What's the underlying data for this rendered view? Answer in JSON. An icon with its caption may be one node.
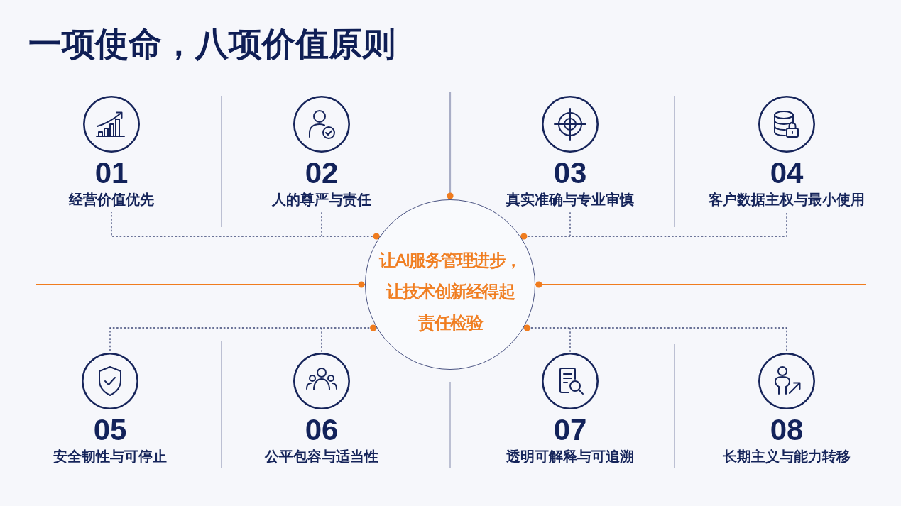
{
  "diagram": {
    "title": "一项使命，八项价值原则",
    "nodes": [
      {
        "text": [
          "01",
          "经营价值优先"
        ]
      },
      {
        "text": [
          "02",
          "人的尊严与责任"
        ]
      },
      {
        "text": [
          "03",
          "真实准确与专业审慎"
        ]
      },
      {
        "text": [
          "04",
          "客户数据主权与最小使用"
        ]
      },
      {
        "text": [
          "让AI服务管理进步，让技术创新经得起责任检验"
        ]
      },
      {
        "text": [
          "05",
          "安全韧性与可停止"
        ]
      },
      {
        "text": [
          "06",
          "公平包容与适当性"
        ]
      },
      {
        "text": [
          "07",
          "透明可解释与可追溯"
        ]
      },
      {
        "text": [
          "08",
          "长期主义与能力转移"
        ]
      }
    ],
    "edges": [
      {
        "from": 4,
        "to": 0,
        "arrow": "other",
        "style": "dashed"
      },
      {
        "from": 4,
        "to": 1,
        "arrow": "other",
        "style": "dashed"
      },
      {
        "from": 4,
        "to": 2,
        "arrow": "other",
        "style": "dashed"
      },
      {
        "from": 4,
        "to": 3,
        "arrow": "other",
        "style": "dashed"
      },
      {
        "from": 4,
        "to": 5,
        "arrow": "other",
        "style": "dashed"
      },
      {
        "from": 4,
        "to": 6,
        "arrow": "other",
        "style": "dashed"
      },
      {
        "from": 4,
        "to": 7,
        "arrow": "other",
        "style": "dashed"
      },
      {
        "from": 4,
        "to": 8,
        "arrow": "other",
        "style": "dashed"
      },
      {
        "from": 4,
        "to": null,
        "arrow": "other",
        "color": "#f07c1e"
      },
      {
        "from": 4,
        "to": null,
        "arrow": "other",
        "color": "#f07c1e"
      },
      {
        "from": 4,
        "to": null,
        "arrow": "other",
        "color": "#a9aec6"
      }
    ]
  }
}
